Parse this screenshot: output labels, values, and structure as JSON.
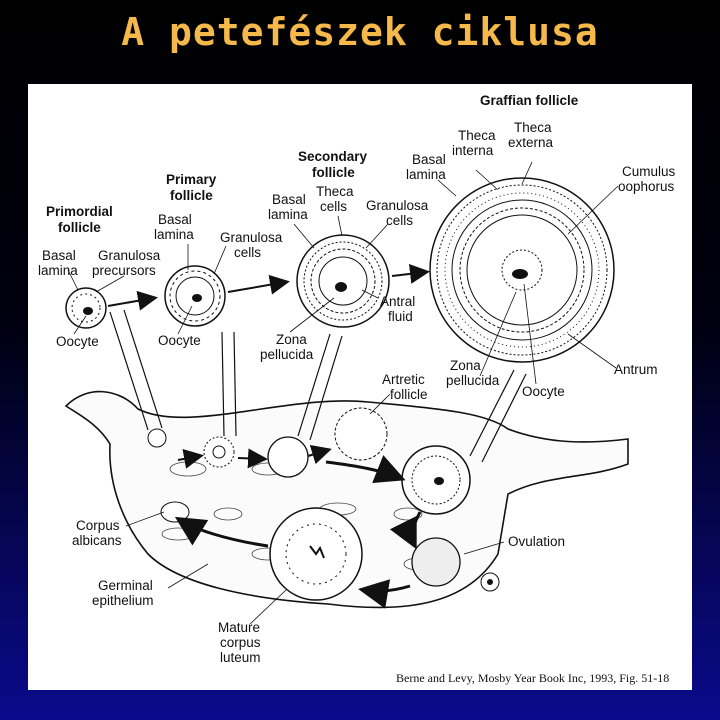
{
  "title": "A petefészek ciklusa",
  "stages": {
    "primordial": "Primordial follicle",
    "primary": "Primary follicle",
    "secondary": "Secondary follicle",
    "graffian": "Graffian follicle"
  },
  "labels": {
    "basal_lamina": "Basal lamina",
    "granulosa_precursors": "Granulosa precursors",
    "oocyte": "Oocyte",
    "granulosa_cells": "Granulosa cells",
    "theca_cells": "Theca cells",
    "antral_fluid": "Antral fluid",
    "zona_pellucida": "Zona pellucida",
    "theca_interna": "Theca interna",
    "theca_externa": "Theca externa",
    "cumulus_oophorus": "Cumulus oophorus",
    "antrum": "Antrum",
    "artretic_follicle": "Artretic follicle",
    "ovulation": "Ovulation",
    "corpus_albicans": "Corpus albicans",
    "germinal_epithelium": "Germinal epithelium",
    "mature_corpus_luteum": "Mature corpus luteum"
  },
  "citation": "Berne and Levy, Mosby Year Book Inc, 1993, Fig. 51-18"
}
